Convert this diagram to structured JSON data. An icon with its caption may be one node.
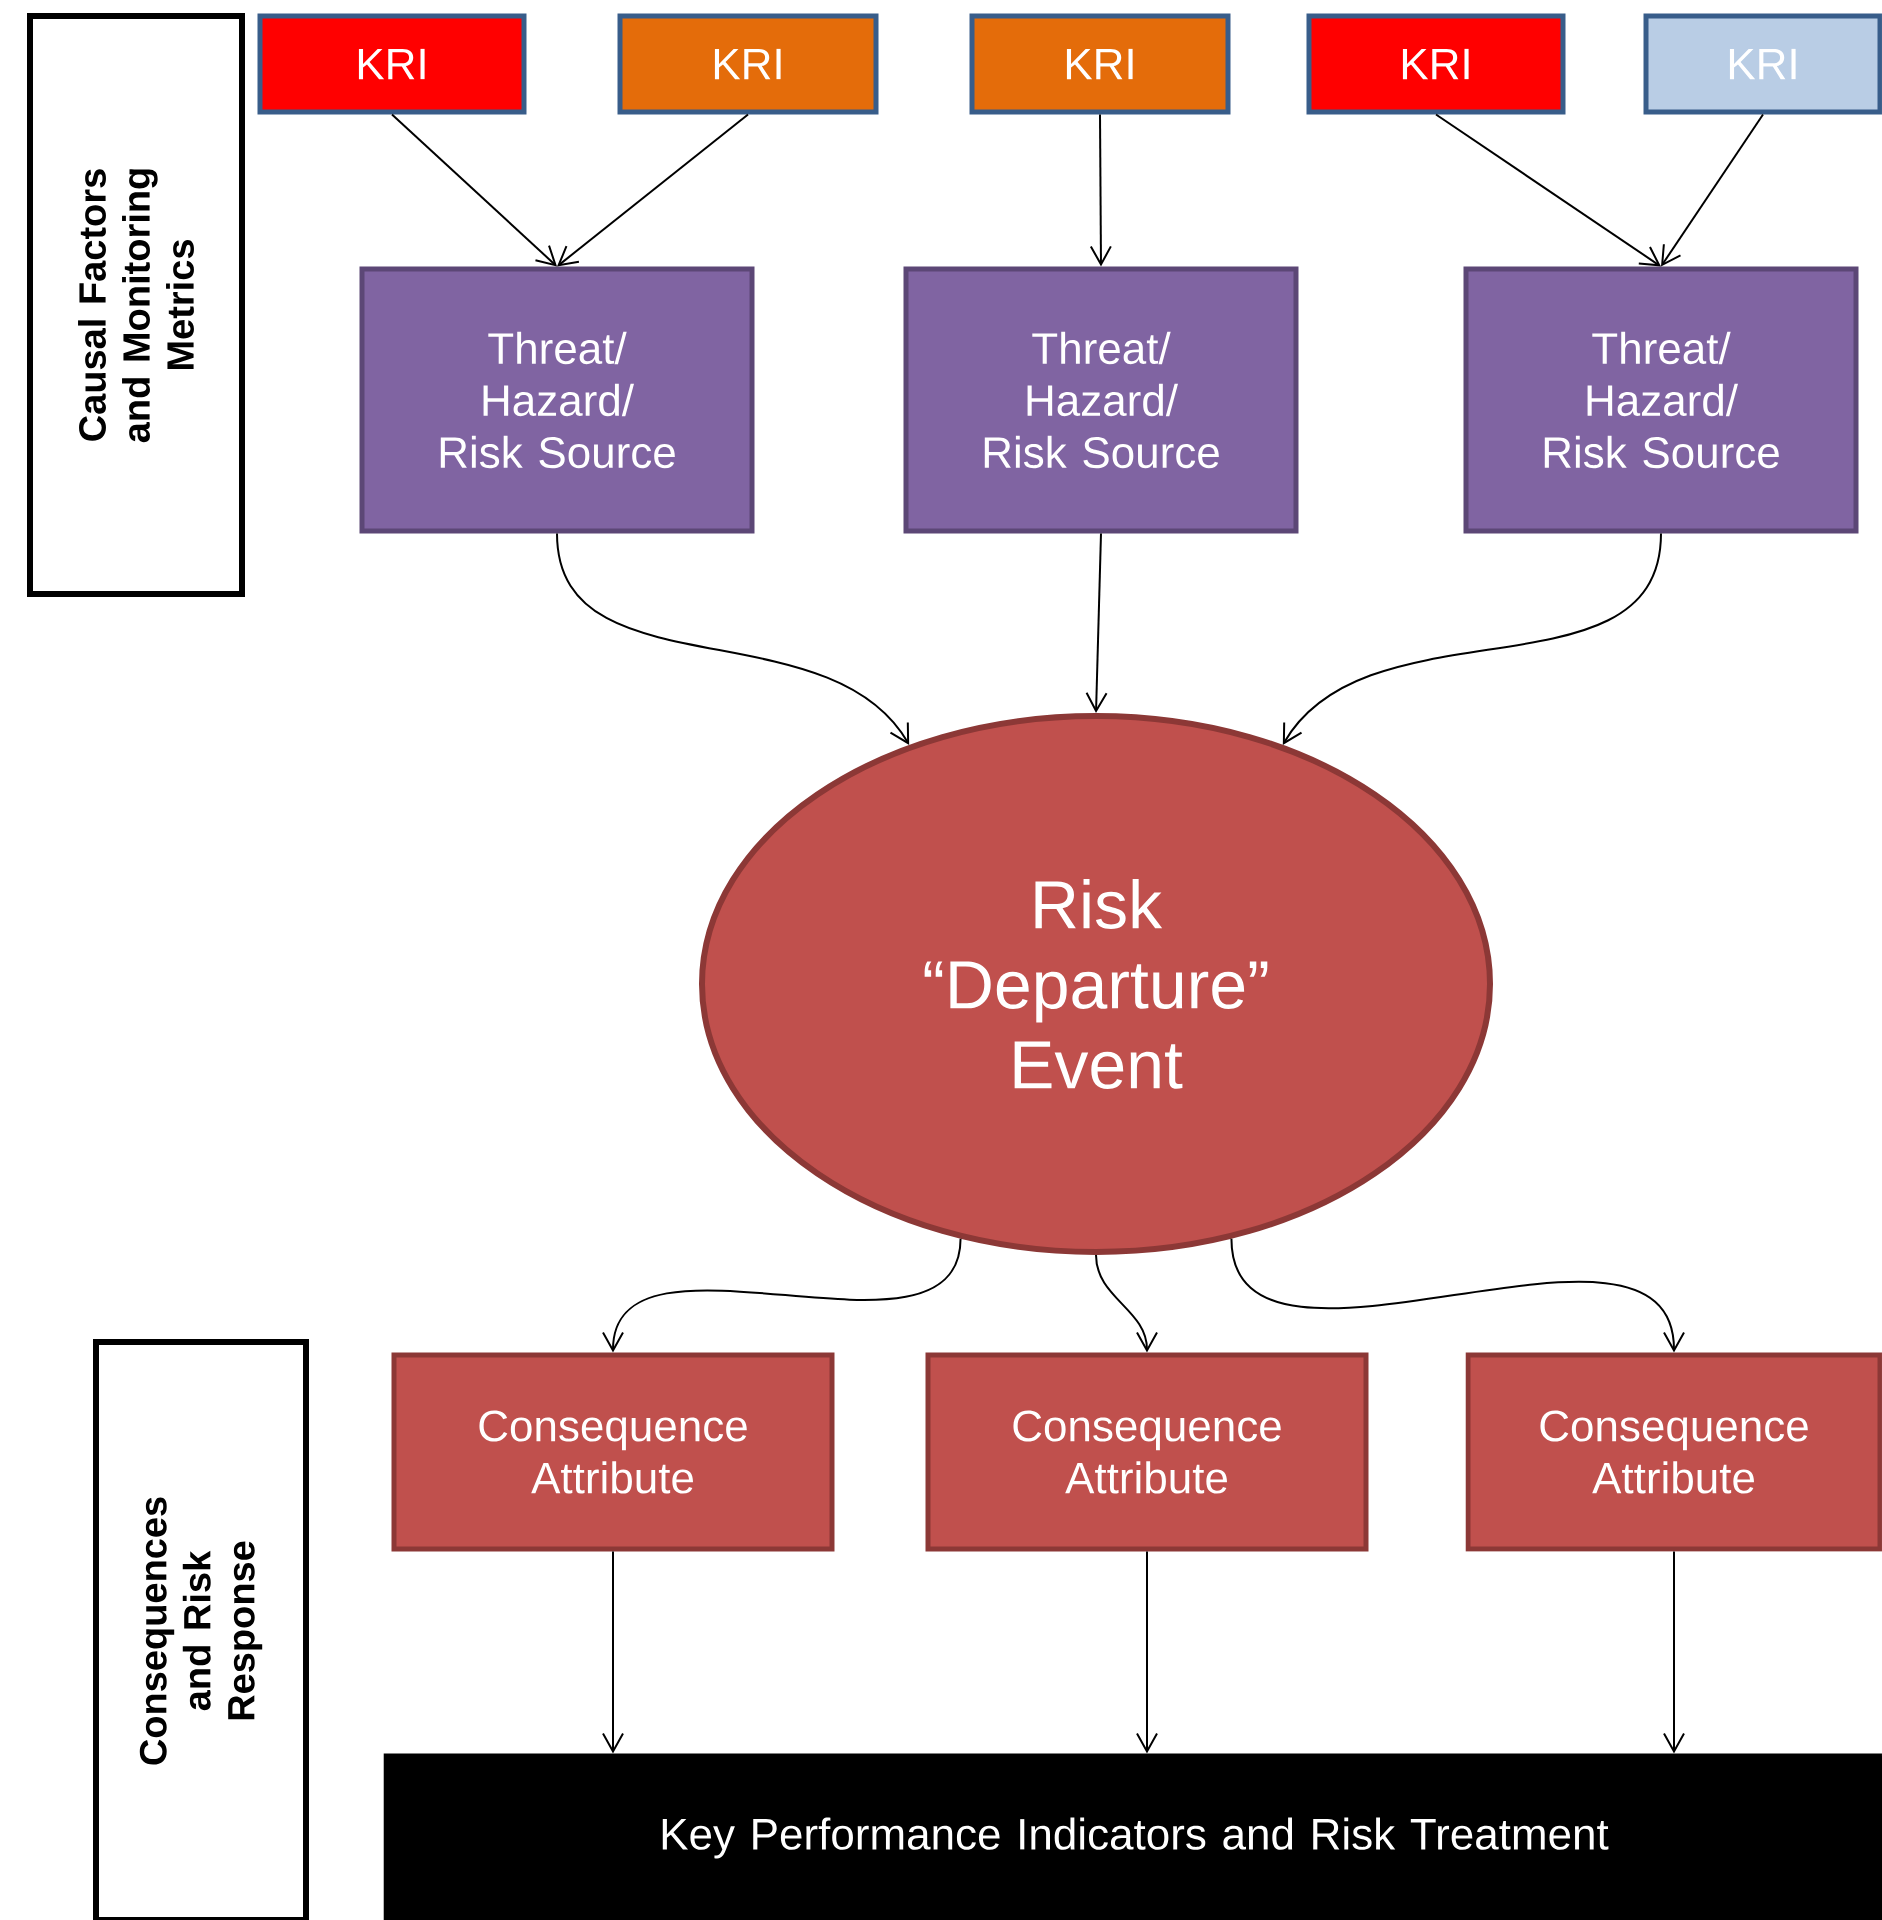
{
  "diagram": {
    "nodes": [
      {
        "text": [
          "Causal Factors and Monitoring Metrics"
        ]
      },
      {
        "text": [
          "KRI"
        ]
      },
      {
        "text": [
          "KRI"
        ]
      },
      {
        "text": [
          "KRI"
        ]
      },
      {
        "text": [
          "KRI"
        ]
      },
      {
        "text": [
          "KRI"
        ]
      },
      {
        "text": [
          "Threat/ Hazard/ Risk Source"
        ]
      },
      {
        "text": [
          "Threat/ Hazard/ Risk Source"
        ]
      },
      {
        "text": [
          "Threat/ Hazard/ Risk Source"
        ]
      },
      {
        "text": [
          "Risk “Departure” Event"
        ]
      },
      {
        "text": [
          "Consequences and Risk Response"
        ]
      },
      {
        "text": [
          "Consequence Attribute"
        ]
      },
      {
        "text": [
          "Consequence Attribute"
        ]
      },
      {
        "text": [
          "Consequence Attribute"
        ]
      },
      {
        "text": [
          "Key Performance Indicators and Risk Treatment"
        ]
      }
    ],
    "edges": [
      {
        "from": 1,
        "to": 6,
        "arrow": "to"
      },
      {
        "from": 2,
        "to": 6,
        "arrow": "to"
      },
      {
        "from": 3,
        "to": 7,
        "arrow": "to"
      },
      {
        "from": 4,
        "to": 8,
        "arrow": "to"
      },
      {
        "from": 5,
        "to": 8,
        "arrow": "to"
      },
      {
        "from": 6,
        "to": 9,
        "arrow": "to"
      },
      {
        "from": 7,
        "to": 9,
        "arrow": "to"
      },
      {
        "from": 8,
        "to": 9,
        "arrow": "to"
      },
      {
        "from": 9,
        "to": 11,
        "arrow": "to"
      },
      {
        "from": 9,
        "to": 12,
        "arrow": "to"
      },
      {
        "from": 9,
        "to": 13,
        "arrow": "to"
      },
      {
        "from": 11,
        "to": 14,
        "arrow": "to"
      },
      {
        "from": 12,
        "to": 14,
        "arrow": "to"
      },
      {
        "from": 13,
        "to": 14,
        "arrow": "to"
      }
    ]
  }
}
